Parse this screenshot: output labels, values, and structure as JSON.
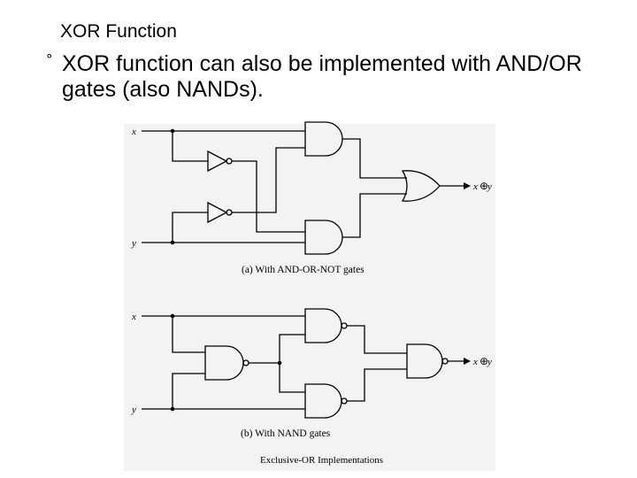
{
  "slide": {
    "title": "XOR Function",
    "bullet_symbol": "°",
    "bullet_text": "XOR function can also be implemented with AND/OR gates (also NANDs)."
  },
  "diagram": {
    "input_x": "x",
    "input_y": "y",
    "output_var1": "x",
    "output_op": "⊕",
    "output_var2": "y",
    "caption_a": "(a) With AND-OR-NOT gates",
    "caption_b": "(b) With NAND gates",
    "figure_caption": "Exclusive-OR Implementations"
  }
}
